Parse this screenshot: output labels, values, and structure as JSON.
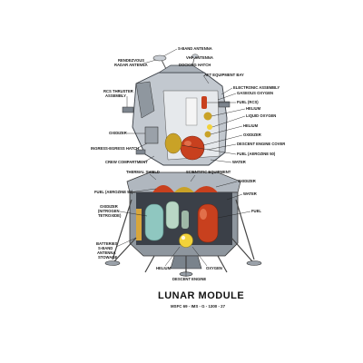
{
  "title": "LUNAR MODULE",
  "subtitle": "MSFC 69 - IMS - G - 1300 - 27",
  "ascent_labels": {
    "s_band_antenna": "S-BAND ANTENNA",
    "rendezvous_radar": "RENDEZVOUS RADAR ANTENNA",
    "vhf_antenna": "VHF ANTENNA",
    "docking_hatch": "DOCKING HATCH",
    "aft_equipment_bay": "AFT EQUIPMENT BAY",
    "rcs_thruster": "RCS THRUSTER ASSEMBLY",
    "electronic_assembly": "ELECTRONIC ASSEMBLY",
    "gaseous_oxygen": "GASEOUS OXYGEN",
    "fuel_rcs": "FUEL (RCS)",
    "helium_1": "HELIUM",
    "liquid_oxygen": "LIQUID OXYGEN",
    "helium_2": "HELIUM",
    "oxidizer_1": "OXIDIZER",
    "oxidizer_2": "OXIDIZER",
    "ingress_hatch": "INGRESS-EGRESS HATCH",
    "descent_engine_cover": "DESCENT ENGINE COVER",
    "fuel_aerozine": "FUEL (AEROZINE 50)",
    "crew_compartment": "CREW COMPARTMENT",
    "water": "WATER"
  },
  "descent_labels": {
    "thermal_shield": "THERMAL SHIELD",
    "scientific_equipment": "SCIENTIFIC EQUIPMENT",
    "oxidizer": "OXIDIZER",
    "fuel_aerozine": "FUEL (AEROZINE 50)",
    "water": "WATER",
    "oxidizer_nitrogen_1": "OXIDIZER",
    "oxidizer_nitrogen_2": "(NITROGEN",
    "oxidizer_nitrogen_3": "TETROXIDE)",
    "fuel": "FUEL",
    "batteries_1": "BATTERIES",
    "batteries_2": "S-BAND",
    "batteries_3": "ANTENNA",
    "batteries_4": "STOWAGE",
    "helium": "HELIUM",
    "oxygen": "OXYGEN",
    "descent_engine": "DESCENT ENGINE"
  },
  "colors": {
    "tank_red": "#c8401e",
    "tank_gold": "#c9a227",
    "tank_teal": "#8fc7c0",
    "tank_yellow": "#f2d23a",
    "hull_gray": "#b9c0c8",
    "hull_dark": "#5e6670",
    "foil": "#d8a63a"
  }
}
